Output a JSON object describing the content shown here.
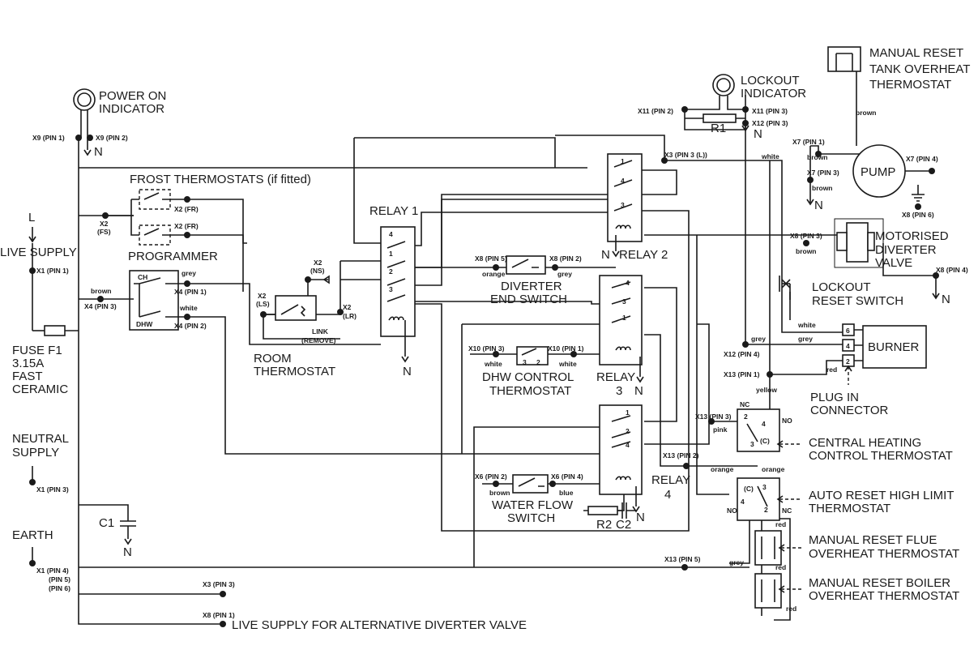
{
  "labels": {
    "power_on_indicator": [
      "POWER ON",
      "INDICATOR"
    ],
    "lockout_indicator": [
      "LOCKOUT",
      "INDICATOR"
    ],
    "manual_reset_tank": [
      "MANUAL RESET",
      "TANK OVERHEAT",
      "THERMOSTAT"
    ],
    "frost_thermostats": "FROST THERMOSTATS (if fitted)",
    "programmer": "PROGRAMMER",
    "relay1": "RELAY 1",
    "relay2": "RELAY 2",
    "relay3": [
      "RELAY",
      "3"
    ],
    "relay4": [
      "RELAY",
      "4"
    ],
    "pump": "PUMP",
    "motorised_diverter": [
      "MOTORISED",
      "DIVERTER",
      "VALVE"
    ],
    "diverter_end_switch": [
      "DIVERTER",
      "END SWITCH"
    ],
    "dhw_control": [
      "DHW CONTROL",
      "THERMOSTAT"
    ],
    "room_thermostat": [
      "ROOM",
      "THERMOSTAT"
    ],
    "lockout_reset": [
      "LOCKOUT",
      "RESET SWITCH"
    ],
    "burner": "BURNER",
    "plug_in": [
      "PLUG IN",
      "CONNECTOR"
    ],
    "ch_control": [
      "CENTRAL HEATING",
      "CONTROL THERMOSTAT"
    ],
    "auto_reset": [
      "AUTO RESET HIGH LIMIT",
      "THERMOSTAT"
    ],
    "manual_reset_flue": [
      "MANUAL RESET FLUE",
      "OVERHEAT THERMOSTAT"
    ],
    "manual_reset_boiler": [
      "MANUAL RESET BOILER",
      "OVERHEAT THERMOSTAT"
    ],
    "water_flow": [
      "WATER FLOW",
      "SWITCH"
    ],
    "live_supply": "LIVE SUPPLY",
    "fuse": [
      "FUSE F1",
      "3.15A",
      "FAST",
      "CERAMIC"
    ],
    "neutral_supply": [
      "NEUTRAL",
      "SUPPLY"
    ],
    "earth": "EARTH",
    "c1": "C1",
    "r1": "R1",
    "r2": "R2",
    "c2": "C2",
    "n": "N",
    "l": "L",
    "live_alt": "LIVE SUPPLY FOR ALTERNATIVE DIVERTER VALVE"
  },
  "pins": {
    "x9p1": "X9 (PIN 1)",
    "x9p2": "X9 (PIN 2)",
    "x11p2": "X11 (PIN 2)",
    "x11p3": "X11 (PIN 3)",
    "x12p3": "X12 (PIN 3)",
    "x3p3l": "X3 (PIN 3 (L))",
    "x7p1": "X7 (PIN 1)",
    "x7p3": "X7 (PIN 3)",
    "x7p4": "X7 (PIN 4)",
    "x8p6": "X8 (PIN 6)",
    "x8p3": "X8 (PIN 3)",
    "x8p4": "X8 (PIN 4)",
    "x2fr": "X2 (FR)",
    "x2fs": "X2",
    "fs": "(FS)",
    "x1p1": "X1 (PIN 1)",
    "x4p3": "X4 (PIN 3)",
    "x4p1": "X4 (PIN 1)",
    "x4p2": "X4 (PIN 2)",
    "x2ns": "X2",
    "ns": "(NS)",
    "x2ls": "X2",
    "ls": "(LS)",
    "x2lr": "X2",
    "lr": "(LR)",
    "link": "LINK",
    "remove": "(REMOVE)",
    "x8p5": "X8 (PIN 5)",
    "x8p2": "X8 (PIN 2)",
    "x10p3": "X10 (PIN 3)",
    "x10p1": "X10 (PIN 1)",
    "x12p4": "X12 (PIN 4)",
    "x13p1": "X13 (PIN 1)",
    "x13p3": "X13 (PIN 3)",
    "x13p2": "X13 (PIN 2)",
    "x13p5": "X13 (PIN 5)",
    "x6p2": "X6 (PIN 2)",
    "x6p4": "X6 (PIN 4)",
    "x1p3": "X1 (PIN 3)",
    "x1p4": "X1 (PIN 4)",
    "pin5": "(PIN 5)",
    "pin6": "(PIN 6)",
    "x3p3": "X3 (PIN 3)",
    "x8p1": "X8 (PIN 1)"
  },
  "wires": {
    "brown": "brown",
    "white": "white",
    "grey": "grey",
    "orange": "orange",
    "blue": "blue",
    "pink": "pink",
    "red": "red",
    "yellow": "yellow"
  },
  "misc": {
    "ch": "CH",
    "dhw": "DHW",
    "nc": "NC",
    "no": "NO",
    "c": "(C)",
    "n1": "1",
    "n2": "2",
    "n3": "3",
    "n4": "4",
    "n6": "6",
    "coil": "0000"
  }
}
